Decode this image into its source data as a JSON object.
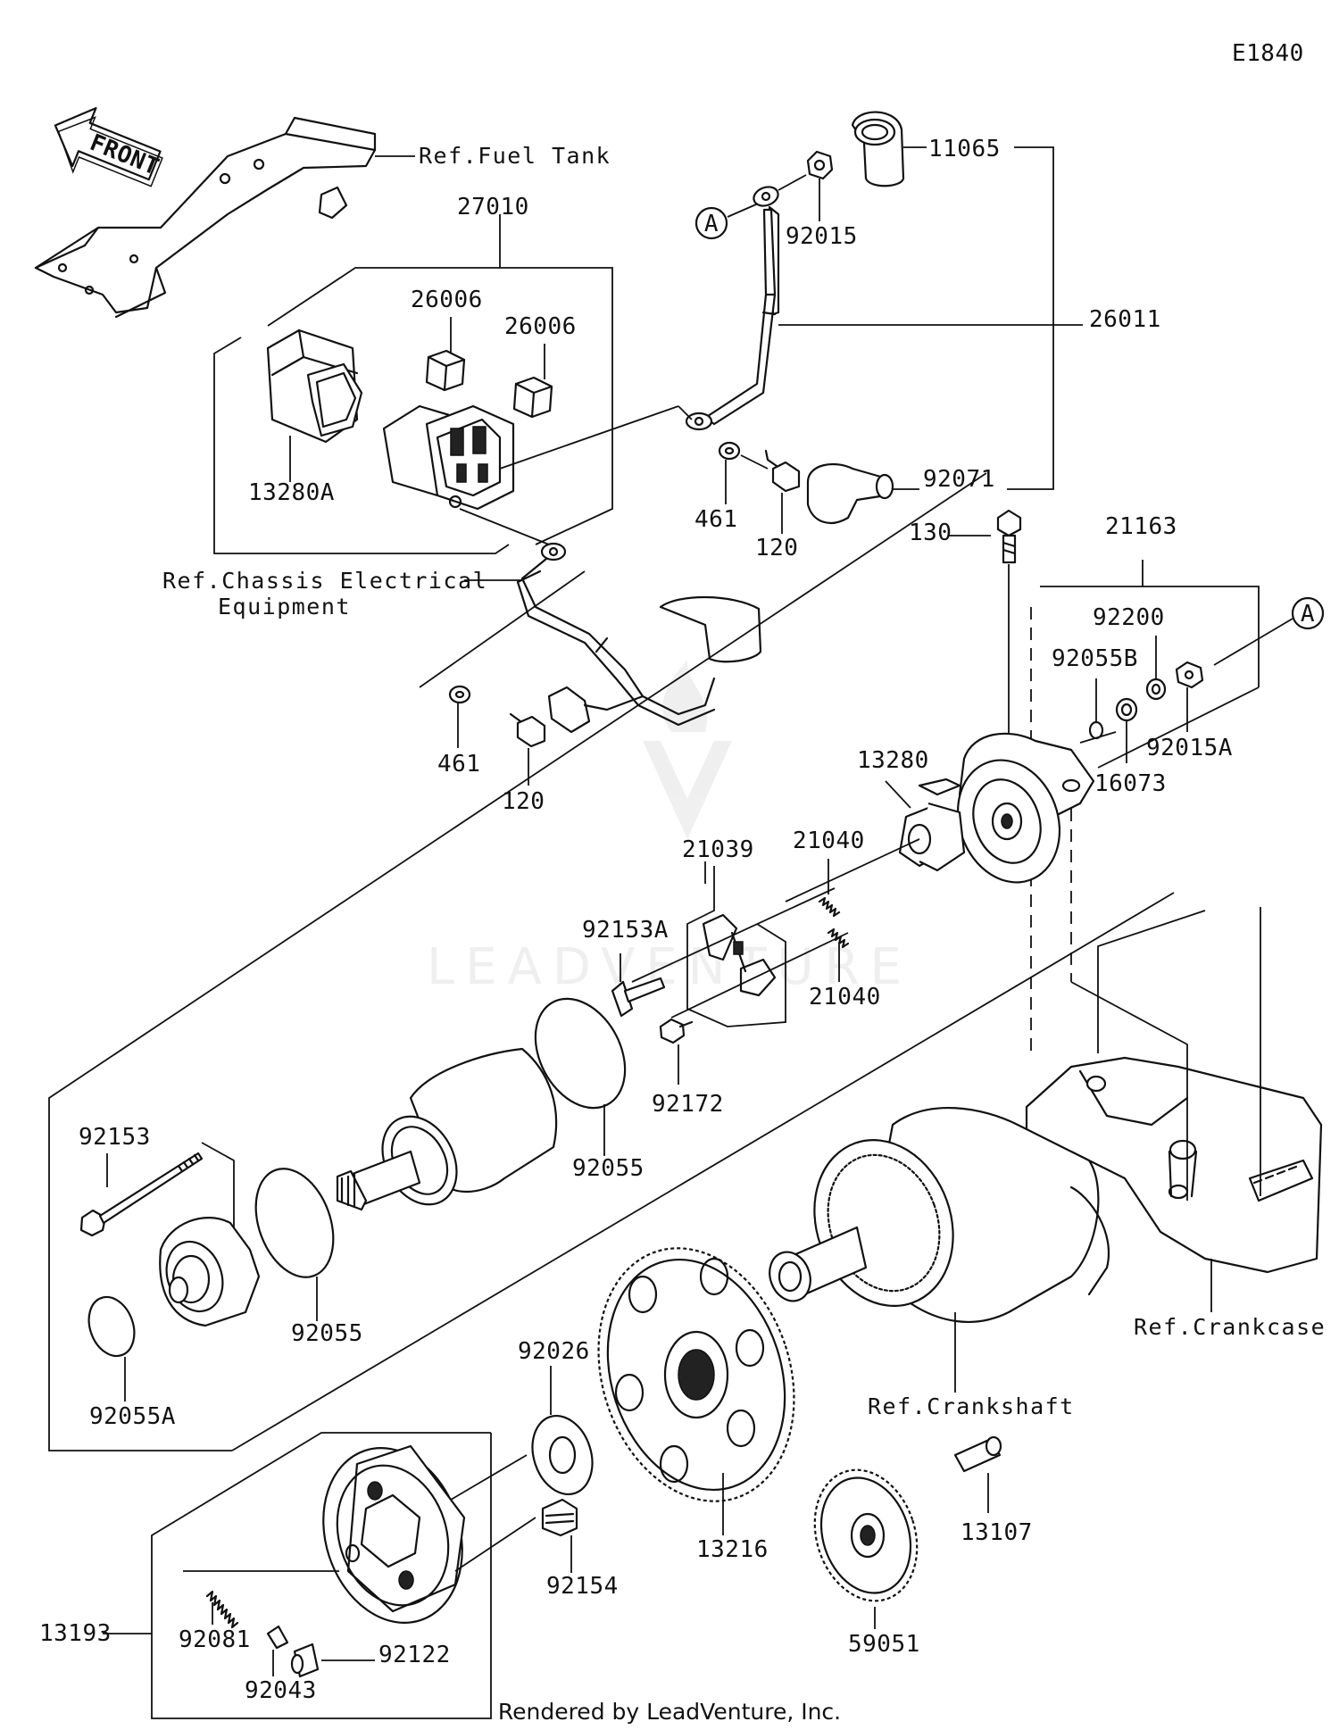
{
  "diagram_id": "E1840",
  "watermark": "LEADVENTURE",
  "footer": "Rendered by LeadVenture, Inc.",
  "front_label": "FRONT",
  "callout_letter": "A",
  "references": {
    "fuel_tank": "Ref.Fuel Tank",
    "chassis_line1": "Ref.Chassis Electrical",
    "chassis_line2": "Equipment",
    "crankcase": "Ref.Crankcase",
    "crankshaft": "Ref.Crankshaft"
  },
  "parts": [
    {
      "id": "p11065",
      "label": "11065"
    },
    {
      "id": "p92015",
      "label": "92015"
    },
    {
      "id": "p27010",
      "label": "27010"
    },
    {
      "id": "p26006a",
      "label": "26006"
    },
    {
      "id": "p26006b",
      "label": "26006"
    },
    {
      "id": "p26011",
      "label": "26011"
    },
    {
      "id": "p13280A",
      "label": "13280A"
    },
    {
      "id": "p92071",
      "label": "92071"
    },
    {
      "id": "p461a",
      "label": "461"
    },
    {
      "id": "p120a",
      "label": "120"
    },
    {
      "id": "p130",
      "label": "130"
    },
    {
      "id": "p21163",
      "label": "21163"
    },
    {
      "id": "p92200",
      "label": "92200"
    },
    {
      "id": "p92055B",
      "label": "92055B"
    },
    {
      "id": "p92015A",
      "label": "92015A"
    },
    {
      "id": "p16073",
      "label": "16073"
    },
    {
      "id": "p461b",
      "label": "461"
    },
    {
      "id": "p120b",
      "label": "120"
    },
    {
      "id": "p13280",
      "label": "13280"
    },
    {
      "id": "p21039",
      "label": "21039"
    },
    {
      "id": "p21040a",
      "label": "21040"
    },
    {
      "id": "p21040b",
      "label": "21040"
    },
    {
      "id": "p92153A",
      "label": "92153A"
    },
    {
      "id": "p92172",
      "label": "92172"
    },
    {
      "id": "p92055a",
      "label": "92055"
    },
    {
      "id": "p92153",
      "label": "92153"
    },
    {
      "id": "p92055b",
      "label": "92055"
    },
    {
      "id": "p92055A",
      "label": "92055A"
    },
    {
      "id": "p92026",
      "label": "92026"
    },
    {
      "id": "p13216",
      "label": "13216"
    },
    {
      "id": "p13107",
      "label": "13107"
    },
    {
      "id": "p92154",
      "label": "92154"
    },
    {
      "id": "p59051",
      "label": "59051"
    },
    {
      "id": "p13193",
      "label": "13193"
    },
    {
      "id": "p92081",
      "label": "92081"
    },
    {
      "id": "p92122",
      "label": "92122"
    },
    {
      "id": "p92043",
      "label": "92043"
    }
  ]
}
